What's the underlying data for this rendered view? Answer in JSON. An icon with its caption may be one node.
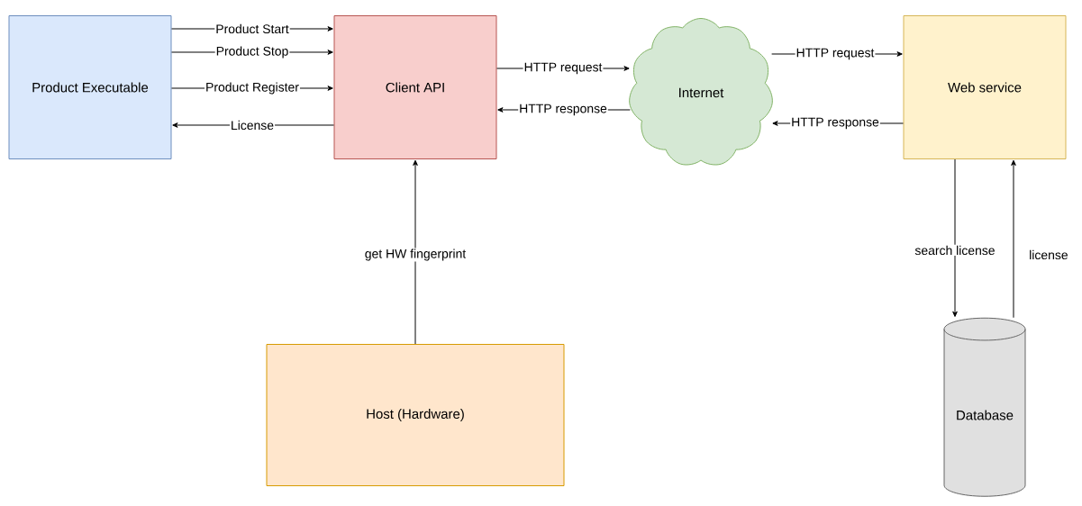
{
  "diagram": {
    "nodes": [
      {
        "text": [
          "Product Executable"
        ]
      },
      {
        "text": [
          "Client API"
        ]
      },
      {
        "text": [
          "Internet"
        ]
      },
      {
        "text": [
          "Web service"
        ]
      },
      {
        "text": [
          "Host (Hardware)"
        ]
      },
      {
        "text": [
          "Database"
        ]
      }
    ],
    "edges": [
      {
        "from": 0,
        "to": 1,
        "arrow": "to",
        "label": "Product Start"
      },
      {
        "from": 0,
        "to": 1,
        "arrow": "to",
        "label": "Product Stop"
      },
      {
        "from": 0,
        "to": 1,
        "arrow": "to",
        "label": "Product Register"
      },
      {
        "from": 1,
        "to": 0,
        "arrow": "to",
        "label": "License"
      },
      {
        "from": 1,
        "to": 2,
        "arrow": "to",
        "label": "HTTP request"
      },
      {
        "from": 2,
        "to": 1,
        "arrow": "to",
        "label": "HTTP response"
      },
      {
        "from": 2,
        "to": 3,
        "arrow": "to",
        "label": "HTTP request"
      },
      {
        "from": 3,
        "to": 2,
        "arrow": "to",
        "label": "HTTP response"
      },
      {
        "from": 4,
        "to": 1,
        "arrow": "to",
        "label": "get HW fingerprint"
      },
      {
        "from": 3,
        "to": 5,
        "arrow": "to",
        "label": "search license"
      },
      {
        "from": 5,
        "to": 3,
        "arrow": "to",
        "label": "license"
      }
    ]
  }
}
